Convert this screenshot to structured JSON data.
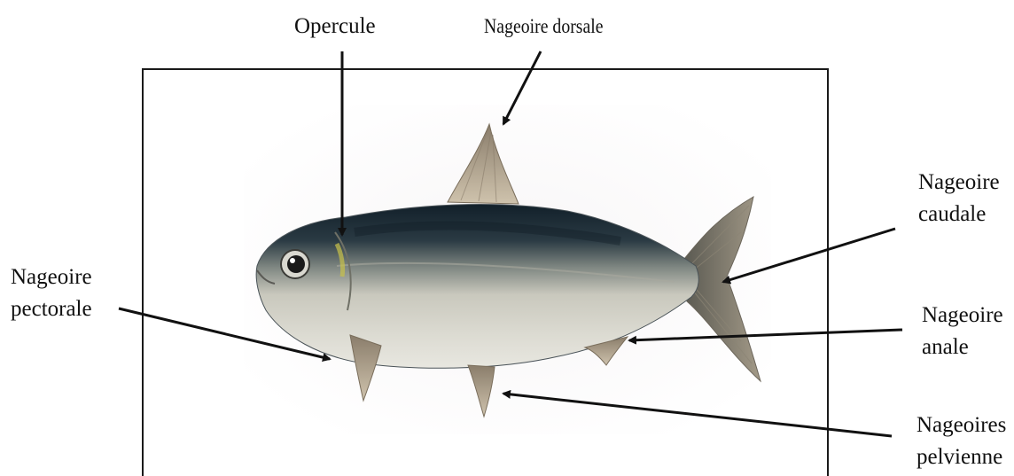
{
  "labels": {
    "opercule": "Opercule",
    "nageoire_dorsale": "Nageoire dorsale",
    "nageoire_caudale": [
      "Nageoire",
      "caudale"
    ],
    "nageoire_pectorale": [
      "Nageoire",
      "pectorale"
    ],
    "nageoire_anale": [
      "Nageoire",
      "anale"
    ],
    "nageoires_pelvienne": [
      "Nageoires",
      "pelvienne"
    ]
  },
  "colors": {
    "frame": "#1a1a1a",
    "arrow": "#111111",
    "fish_back": "#1f2d36",
    "fish_belly": "#d8d8cf",
    "fin": "#b9a68a"
  }
}
